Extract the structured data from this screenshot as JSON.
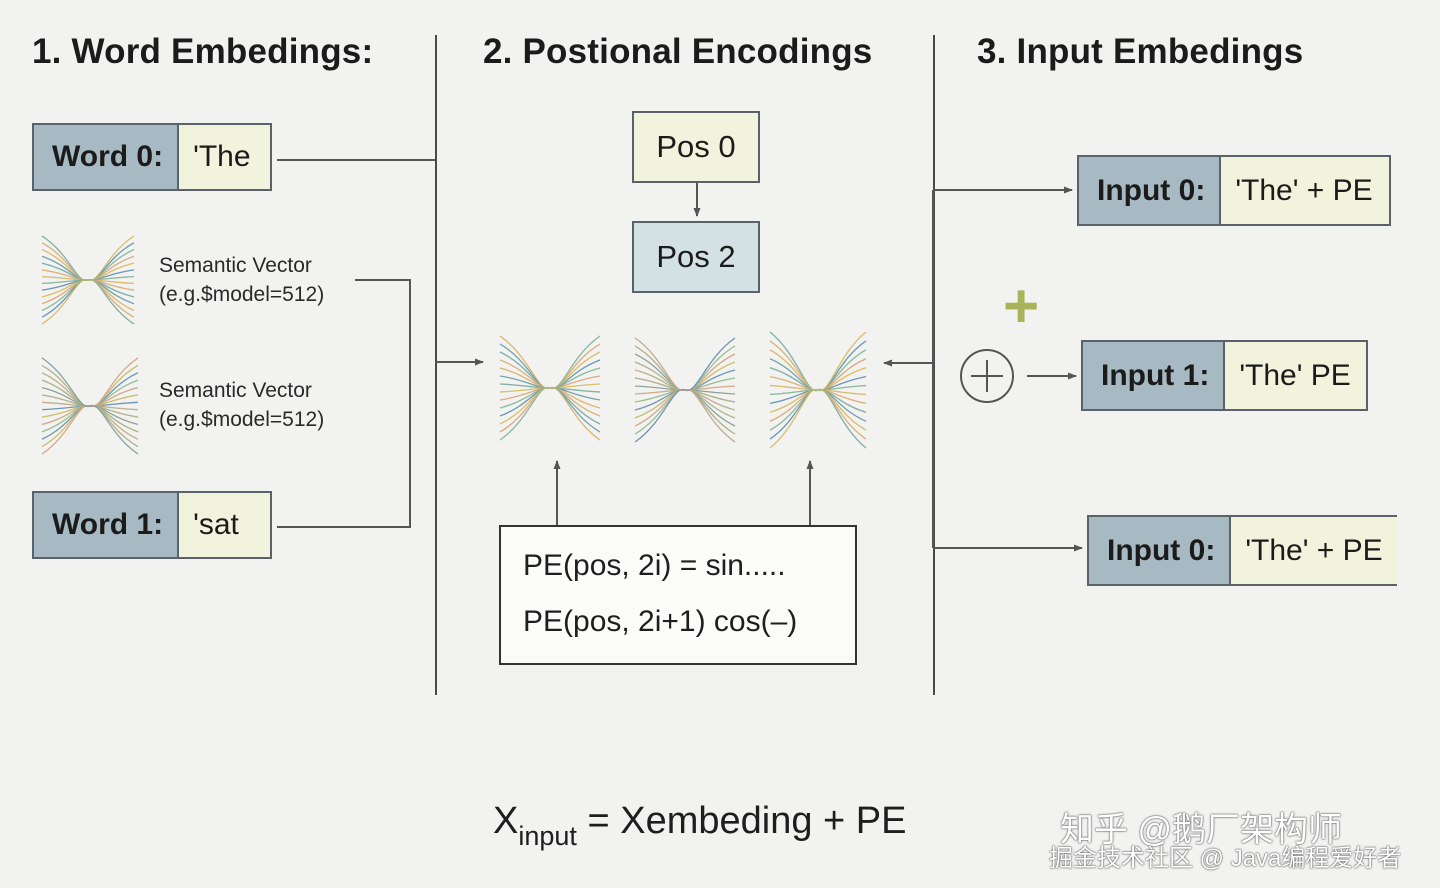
{
  "sections": {
    "word": "1. Word Embedings:",
    "positional": "2. Postional Encodings",
    "input": "3. Input Embedings"
  },
  "words": [
    {
      "label": "Word 0:",
      "value": "'The"
    },
    {
      "label": "Word 1:",
      "value": "'sat"
    }
  ],
  "semantic_vectors": [
    {
      "line1": "Semantic Vector",
      "line2": "(e.g.$model=512)"
    },
    {
      "line1": "Semantic Vector",
      "line2": "(e.g.$model=512)"
    }
  ],
  "positions": [
    "Pos 0",
    "Pos 2"
  ],
  "formula": {
    "line1": "PE(pos, 2i) = sin.....",
    "line2": "PE(pos, 2i+1)  cos(–)"
  },
  "inputs": [
    {
      "label": "Input 0:",
      "value": "'The' + PE"
    },
    {
      "label": "Input 1:",
      "value": "'The' PE"
    },
    {
      "label": "Input 0:",
      "value": "'The' + PE"
    }
  ],
  "plus_sign": "+",
  "bottom_equation": {
    "x": "X",
    "sub": "input",
    "rest": " = Xembeding + PE"
  },
  "watermark": {
    "line1": "知乎 @鹅厂架构师",
    "line2": "掘金技术社区 @ Java编程爱好者"
  },
  "colors": {
    "label_fill": "#a7b9c3",
    "value_fill": "#f1f3dc",
    "pos0_fill": "#f1f3dc",
    "pos2_fill": "#d3e1e5",
    "plus_green": "#a9b45a",
    "wave_blue": "#5f8dbf",
    "wave_yellow": "#d9c25a",
    "wave_peach": "#e0a184",
    "wave_green": "#8bbf93"
  }
}
